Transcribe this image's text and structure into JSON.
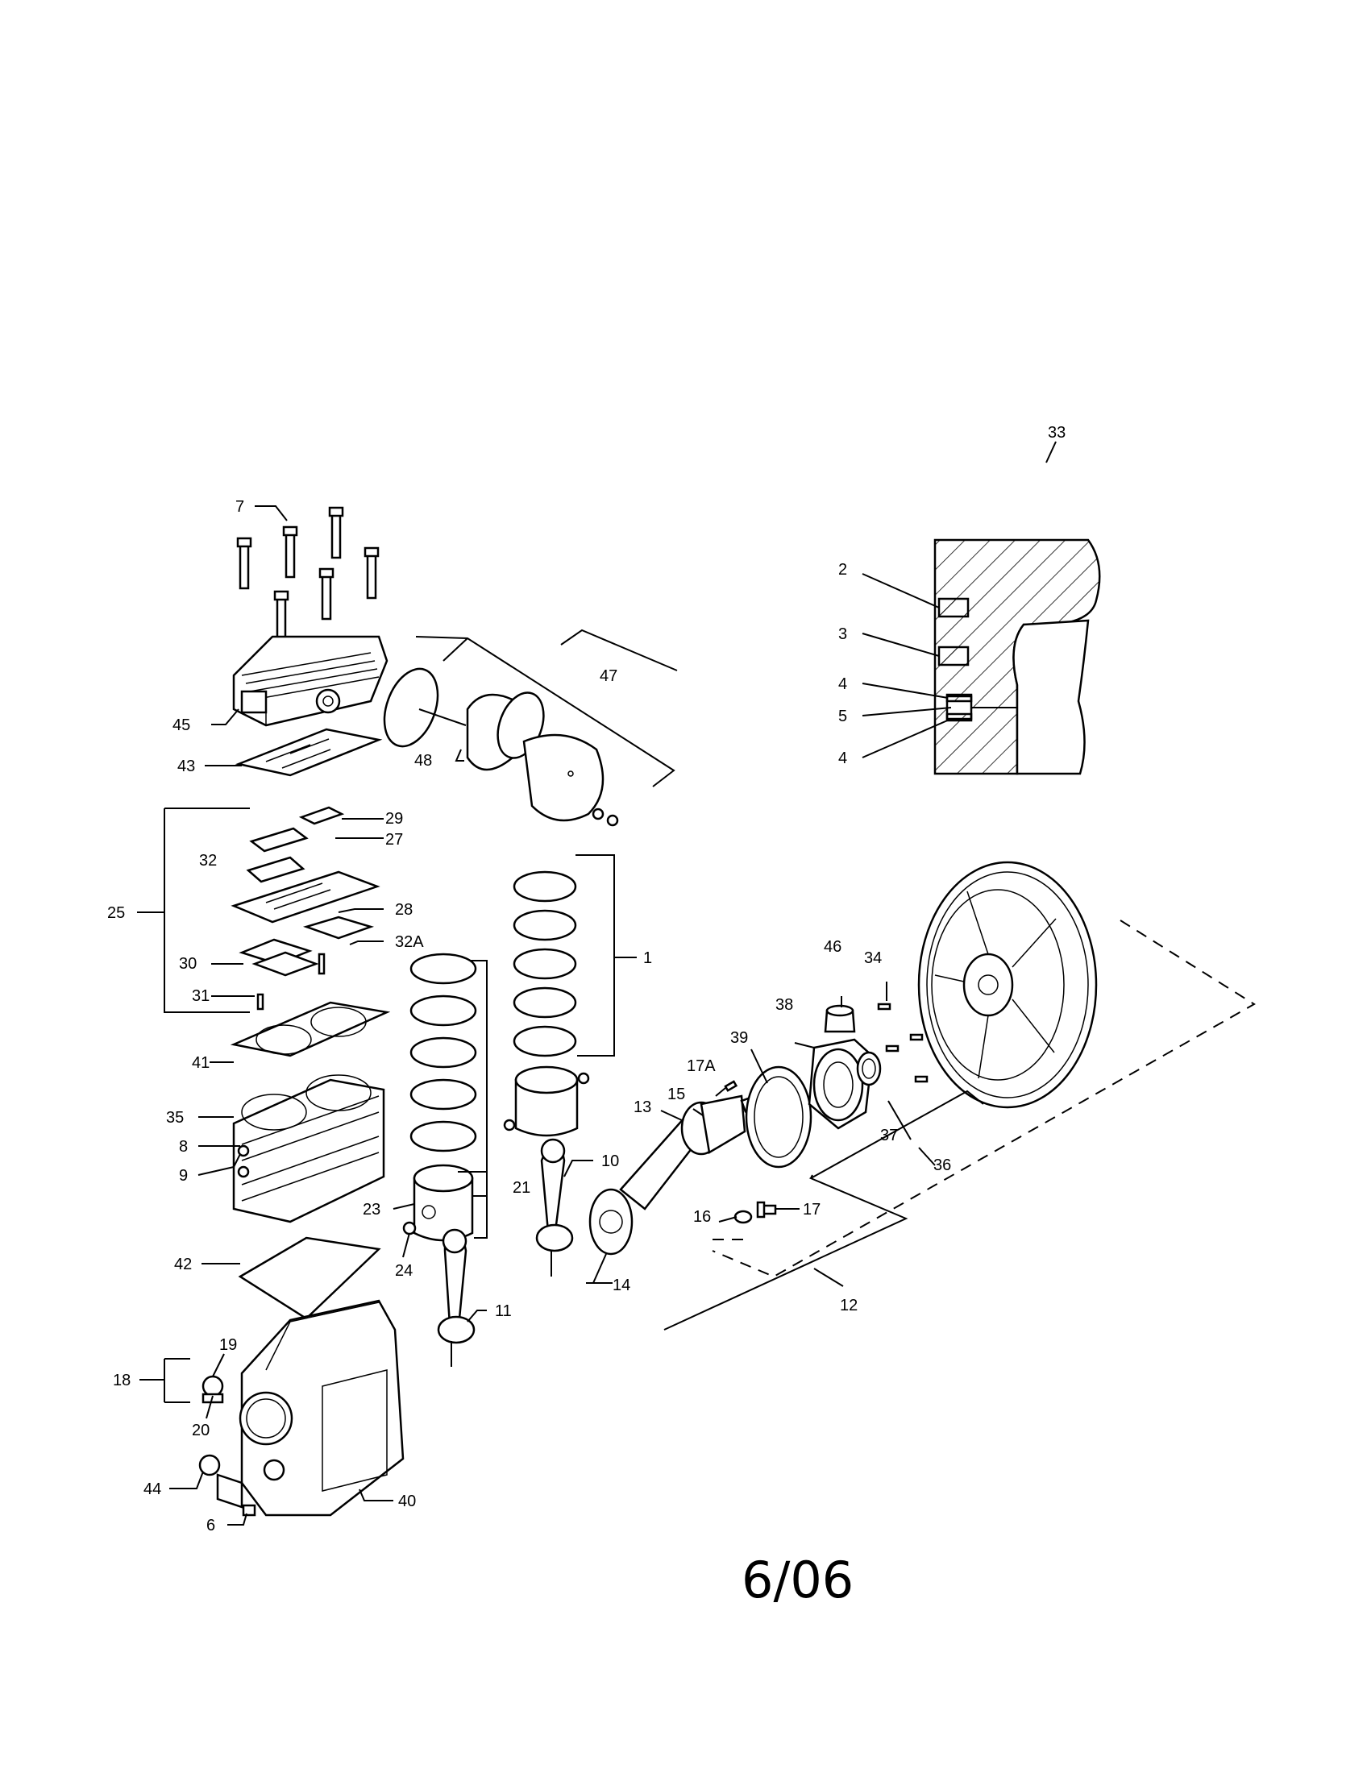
{
  "diagram": {
    "date_code": "6/06",
    "callouts": {
      "c1": "1",
      "c2": "2",
      "c3": "3",
      "c4a": "4",
      "c4b": "4",
      "c5": "5",
      "c6": "6",
      "c7": "7",
      "c8": "8",
      "c9": "9",
      "c10": "10",
      "c11": "11",
      "c12": "12",
      "c13": "13",
      "c14": "14",
      "c15": "15",
      "c16": "16",
      "c17": "17",
      "c17a": "17A",
      "c18": "18",
      "c19": "19",
      "c20": "20",
      "c21": "21",
      "c23": "23",
      "c24": "24",
      "c25": "25",
      "c27": "27",
      "c28": "28",
      "c29": "29",
      "c30": "30",
      "c31": "31",
      "c32": "32",
      "c32a": "32A",
      "c33": "33",
      "c34": "34",
      "c35": "35",
      "c36": "36",
      "c37": "37",
      "c38": "38",
      "c39": "39",
      "c40": "40",
      "c41": "41",
      "c42": "42",
      "c43": "43",
      "c44": "44",
      "c45": "45",
      "c46": "46",
      "c47": "47",
      "c48": "48"
    }
  }
}
